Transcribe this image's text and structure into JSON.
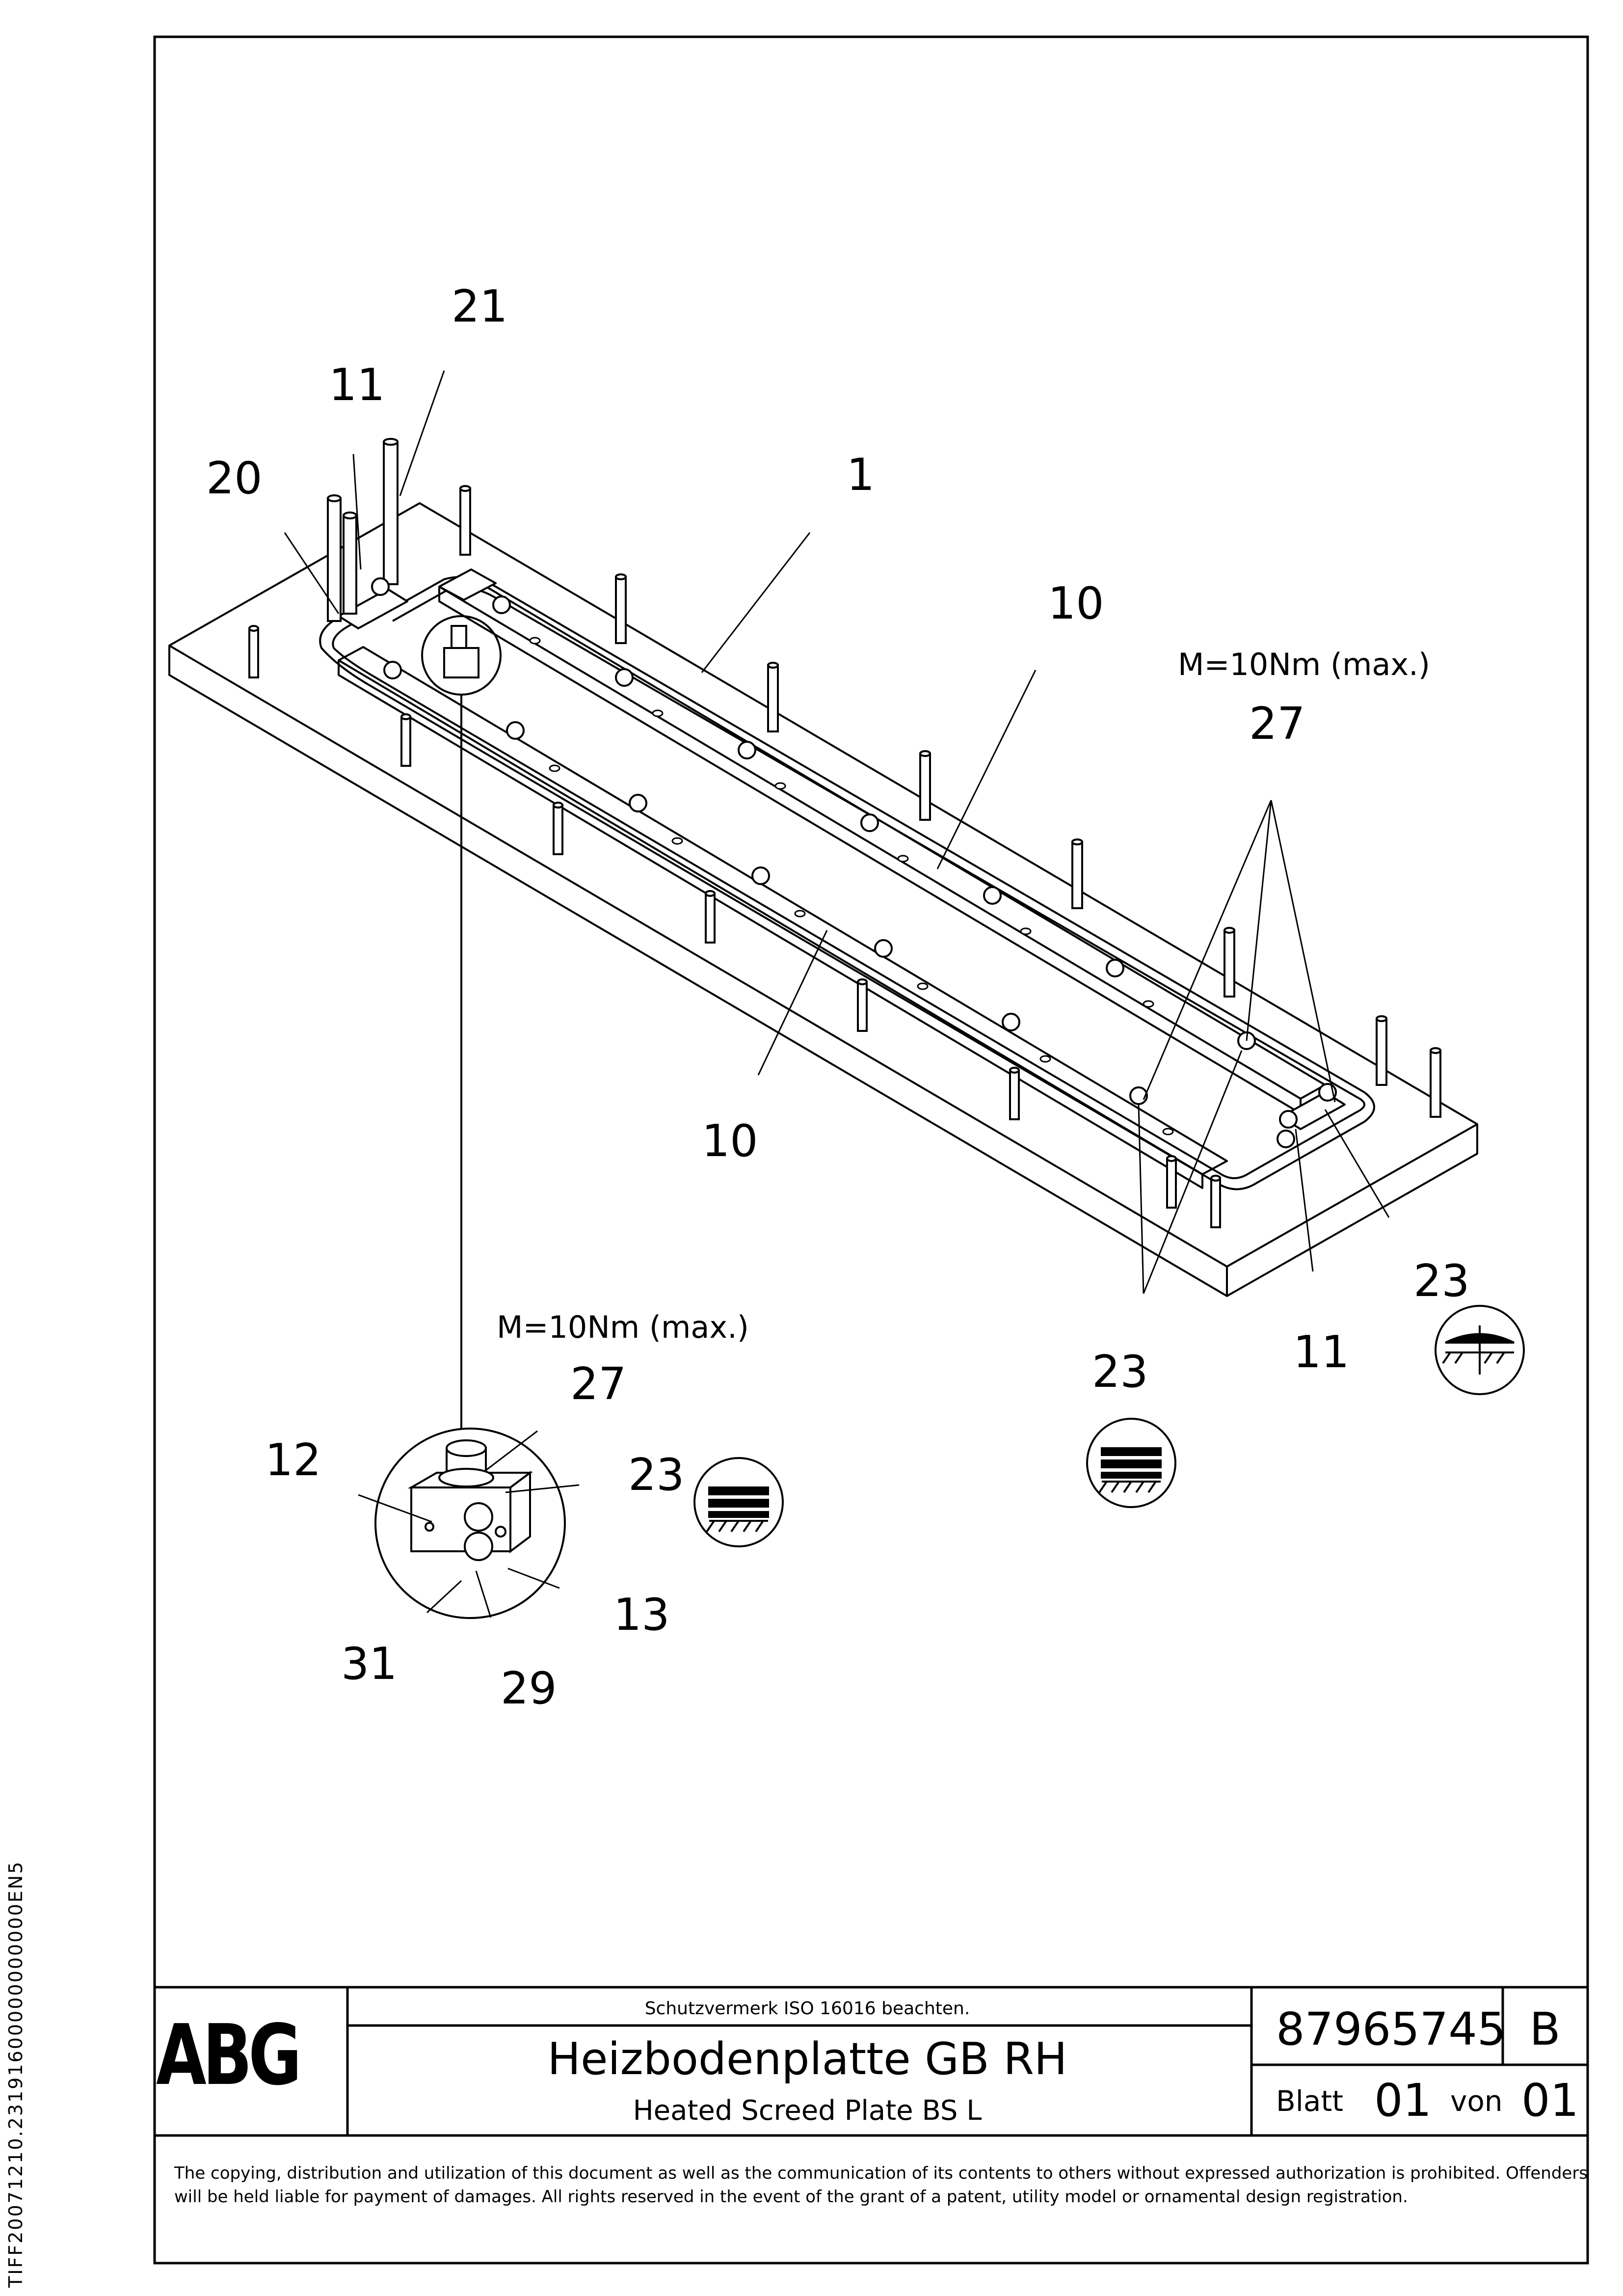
{
  "side_code": "TIFF20071210.23191600000000000EN5",
  "callouts": {
    "c1": "1",
    "c10a": "10",
    "c10b": "10",
    "c11a": "11",
    "c11b": "11",
    "c12": "12",
    "c13": "13",
    "c20": "20",
    "c21": "21",
    "c23a": "23",
    "c23b": "23",
    "c23c": "23",
    "c27a": "27",
    "c27b": "27",
    "c29": "29",
    "c31": "31"
  },
  "torque": {
    "main": "M=10Nm (max.)",
    "detail": "M=10Nm (max.)"
  },
  "title_block": {
    "logo": "ABG",
    "protection_note": "Schutzvermerk ISO 16016 beachten.",
    "title_de": "Heizbodenplatte GB RH",
    "title_en": "Heated Screed Plate BS L",
    "part_number": "87965745",
    "revision": "B",
    "sheet_label": "Blatt",
    "sheet_no": "01",
    "of_label": "von",
    "sheet_total": "01"
  },
  "copyright": "The copying, distribution and utilization of this document as well as the communication of its contents to others without expressed authorization is prohibited. Offenders will be held liable for payment of damages. All rights reserved in the event of the grant of a patent, utility model or ornamental design registration."
}
